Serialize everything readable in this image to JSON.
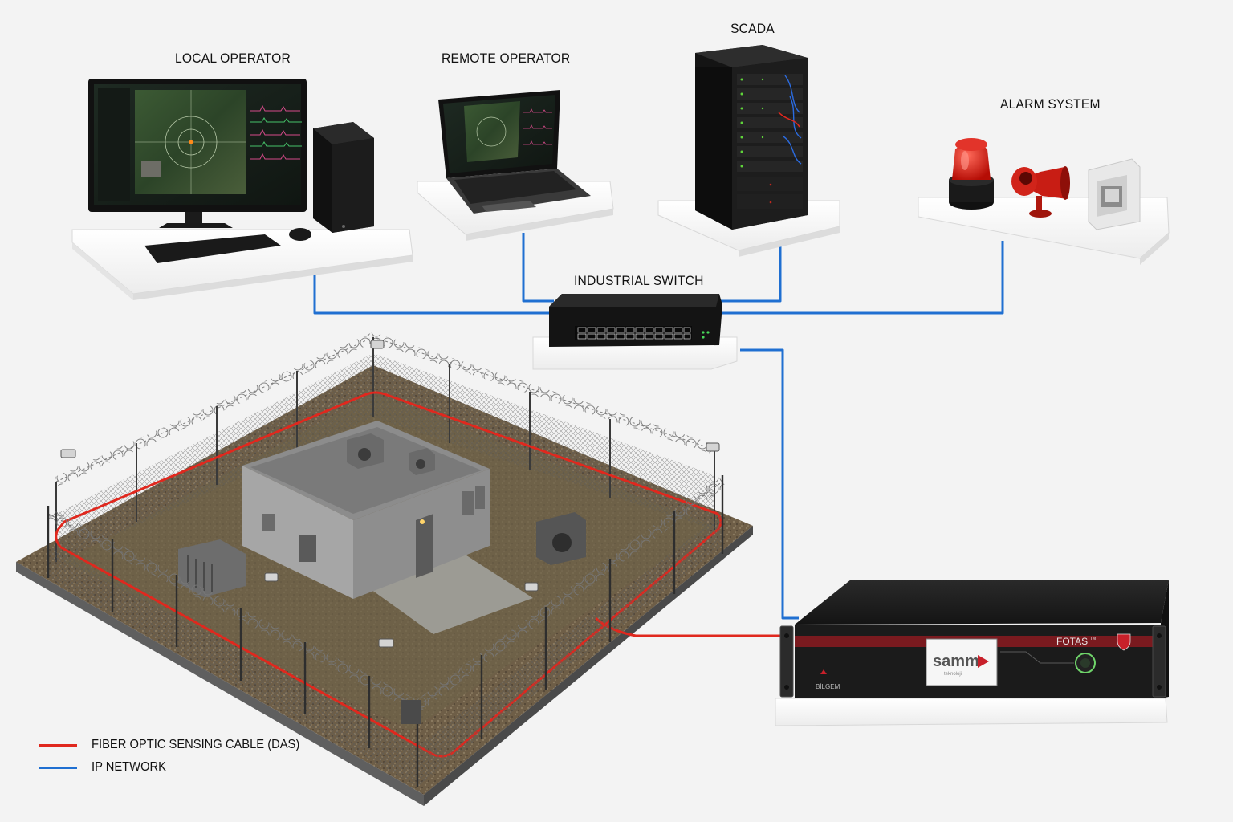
{
  "labels": {
    "local_operator": "LOCAL OPERATOR",
    "remote_operator": "REMOTE OPERATOR",
    "scada": "SCADA",
    "alarm_system": "ALARM SYSTEM",
    "industrial_switch": "INDUSTRIAL SWITCH"
  },
  "device": {
    "brand": "samm",
    "brand_sub": "teknoloji",
    "model": "FOTAS",
    "model_tm": "TM",
    "maker": "BİLGEM"
  },
  "legend": [
    {
      "label": "FIBER OPTIC SENSING CABLE (DAS)",
      "color": "#e0281e"
    },
    {
      "label": "IP NETWORK",
      "color": "#1f6fd1"
    }
  ],
  "colors": {
    "fiber": "#e0281e",
    "ip": "#1f6fd1",
    "platform": "#fbfbfb",
    "device": "#1b1b1b",
    "ground": "#6b5a44"
  },
  "icons": {
    "workstation": "desktop-computer-icon",
    "laptop": "laptop-icon",
    "server": "server-rack-icon",
    "beacon": "rotating-beacon-icon",
    "siren": "horn-siren-icon",
    "panel": "alarm-panel-icon",
    "switch": "network-switch-icon",
    "camera": "security-camera-icon"
  }
}
